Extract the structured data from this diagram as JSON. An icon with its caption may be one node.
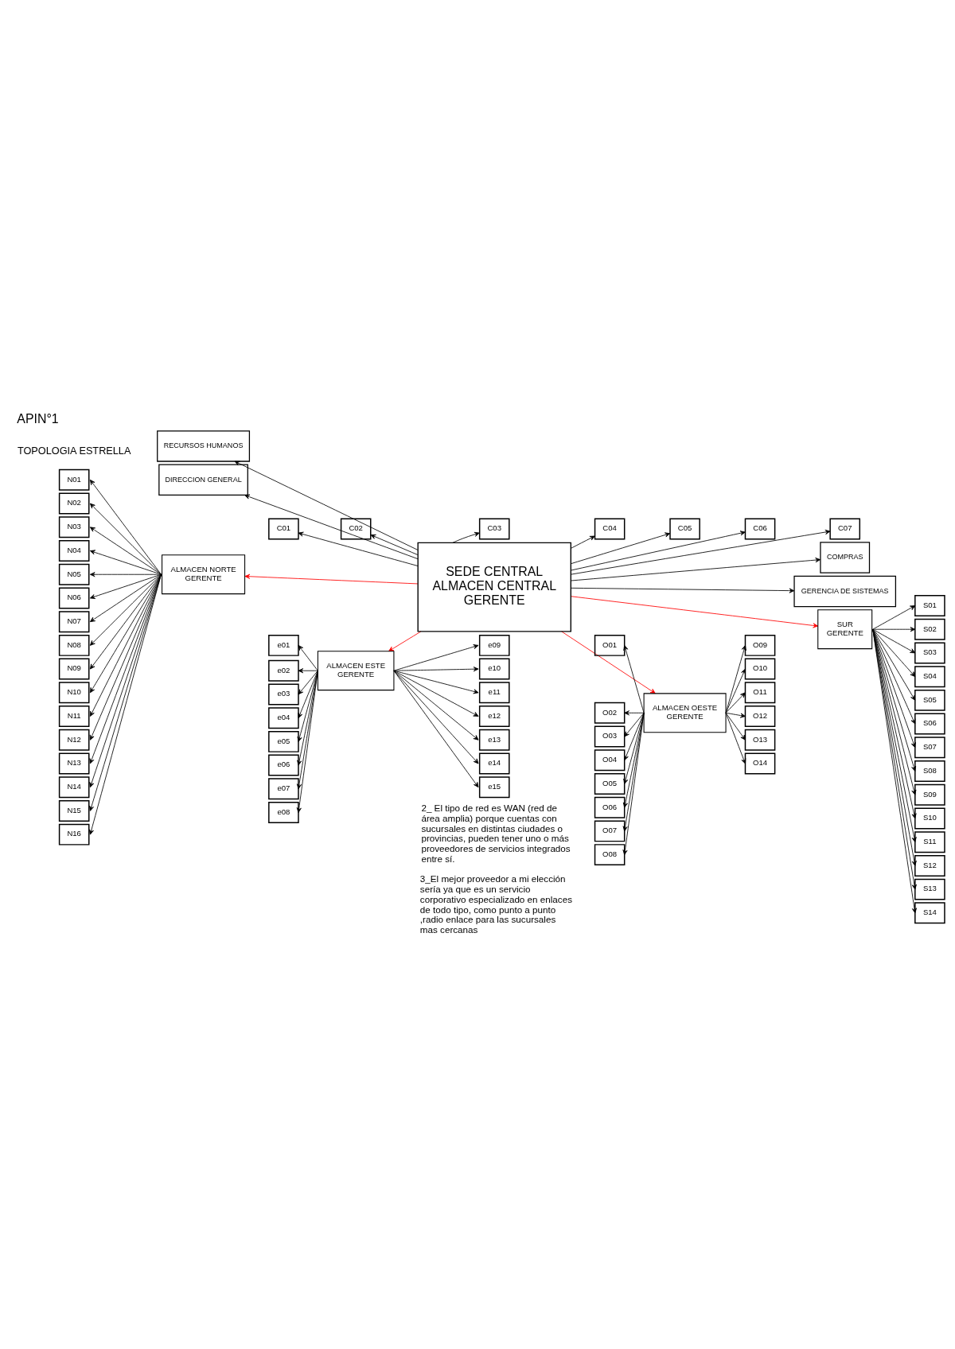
{
  "diagram": {
    "title": "APIN°1",
    "nodes": [
      {
        "text": [
          "C01"
        ]
      },
      {
        "text": [
          "C02"
        ]
      },
      {
        "text": [
          "C03"
        ]
      },
      {
        "text": [
          "C04"
        ]
      },
      {
        "text": [
          "C05"
        ]
      },
      {
        "text": [
          "C06"
        ]
      },
      {
        "text": [
          "C07"
        ]
      },
      {
        "text": [
          "RECURSOS HUMANOS"
        ]
      },
      {
        "text": [
          "SEDE CENTRAL",
          "ALMACEN CENTRAL",
          "GERENTE"
        ]
      },
      {
        "text": [
          "COMPRAS"
        ]
      },
      {
        "text": [
          "DIRECCION GENERAL"
        ]
      },
      {
        "text": [
          "GERENCIA DE SISTEMAS"
        ]
      },
      {
        "text": [
          "ALMACEN NORTE",
          "GERENTE"
        ]
      },
      {
        "text": [
          "N01"
        ]
      },
      {
        "text": [
          "N02"
        ]
      },
      {
        "text": [
          "N03"
        ]
      },
      {
        "text": [
          "N04"
        ]
      },
      {
        "text": [
          "N05"
        ]
      },
      {
        "text": [
          "N06"
        ]
      },
      {
        "text": [
          "N07"
        ]
      },
      {
        "text": [
          "N08"
        ]
      },
      {
        "text": [
          "N09"
        ]
      },
      {
        "text": [
          "N10"
        ]
      },
      {
        "text": [
          "N11"
        ]
      },
      {
        "text": [
          "N12"
        ]
      },
      {
        "text": [
          "N13"
        ]
      },
      {
        "text": [
          "N14"
        ]
      },
      {
        "text": [
          "N15"
        ]
      },
      {
        "text": [
          "N16"
        ]
      },
      {
        "text": [
          "SUR",
          "GERENTE"
        ]
      },
      {
        "text": [
          "S01"
        ]
      },
      {
        "text": [
          "S02"
        ]
      },
      {
        "text": [
          "S03"
        ]
      },
      {
        "text": [
          "S04"
        ]
      },
      {
        "text": [
          "S05"
        ]
      },
      {
        "text": [
          "S06"
        ]
      },
      {
        "text": [
          "S07"
        ]
      },
      {
        "text": [
          "S08"
        ]
      },
      {
        "text": [
          "S09"
        ]
      },
      {
        "text": [
          "S10"
        ]
      },
      {
        "text": [
          "S11"
        ]
      },
      {
        "text": [
          "S12"
        ]
      },
      {
        "text": [
          "S13"
        ]
      },
      {
        "text": [
          "S14"
        ]
      },
      {
        "text": [
          "ALMACEN ESTE",
          "GERENTE"
        ]
      },
      {
        "text": [
          "e01"
        ]
      },
      {
        "text": [
          "e02"
        ]
      },
      {
        "text": [
          "e03"
        ]
      },
      {
        "text": [
          "e04"
        ]
      },
      {
        "text": [
          "e05"
        ]
      },
      {
        "text": [
          "e06"
        ]
      },
      {
        "text": [
          "e07"
        ]
      },
      {
        "text": [
          "e08"
        ]
      },
      {
        "text": [
          "e09"
        ]
      },
      {
        "text": [
          "e10"
        ]
      },
      {
        "text": [
          "e11"
        ]
      },
      {
        "text": [
          "e12"
        ]
      },
      {
        "text": [
          "e13"
        ]
      },
      {
        "text": [
          "e14"
        ]
      },
      {
        "text": [
          "e15"
        ]
      },
      {
        "text": [
          "ALMACEN OESTE",
          "GERENTE"
        ]
      },
      {
        "text": [
          "O01"
        ]
      },
      {
        "text": [
          "O02"
        ]
      },
      {
        "text": [
          "O03"
        ]
      },
      {
        "text": [
          "O04"
        ]
      },
      {
        "text": [
          "O05"
        ]
      },
      {
        "text": [
          "O06"
        ]
      },
      {
        "text": [
          "O07"
        ]
      },
      {
        "text": [
          "O08"
        ]
      },
      {
        "text": [
          "O09"
        ]
      },
      {
        "text": [
          "O10"
        ]
      },
      {
        "text": [
          "O11"
        ]
      },
      {
        "text": [
          "O12"
        ]
      },
      {
        "text": [
          "O13"
        ]
      },
      {
        "text": [
          "O14"
        ]
      }
    ],
    "edges": [
      {
        "from": 8,
        "to": 0,
        "arrow": "to"
      },
      {
        "from": 8,
        "to": 1,
        "arrow": "to"
      },
      {
        "from": 8,
        "to": 2,
        "arrow": "to"
      },
      {
        "from": 8,
        "to": 3,
        "arrow": "to"
      },
      {
        "from": 8,
        "to": 4,
        "arrow": "to"
      },
      {
        "from": 8,
        "to": 5,
        "arrow": "to"
      },
      {
        "from": 8,
        "to": 6,
        "arrow": "to"
      },
      {
        "from": 8,
        "to": 7,
        "arrow": "to"
      },
      {
        "from": 8,
        "to": 10,
        "arrow": "to"
      },
      {
        "from": 8,
        "to": 9,
        "arrow": "to"
      },
      {
        "from": 8,
        "to": 11,
        "arrow": "to"
      },
      {
        "from": 8,
        "to": 12,
        "arrow": "to",
        "color": "#ff0000"
      },
      {
        "from": 8,
        "to": 44,
        "arrow": "to",
        "color": "#ff0000"
      },
      {
        "from": 8,
        "to": 60,
        "arrow": "to",
        "color": "#ff0000"
      },
      {
        "from": 8,
        "to": 29,
        "arrow": "to",
        "color": "#ff0000"
      },
      {
        "from": 12,
        "to": 13,
        "arrow": "to"
      },
      {
        "from": 12,
        "to": 14,
        "arrow": "to"
      },
      {
        "from": 12,
        "to": 15,
        "arrow": "to"
      },
      {
        "from": 12,
        "to": 16,
        "arrow": "to"
      },
      {
        "from": 12,
        "to": 17,
        "arrow": "to"
      },
      {
        "from": 12,
        "to": 18,
        "arrow": "to"
      },
      {
        "from": 12,
        "to": 19,
        "arrow": "to"
      },
      {
        "from": 12,
        "to": 20,
        "arrow": "to"
      },
      {
        "from": 12,
        "to": 21,
        "arrow": "to"
      },
      {
        "from": 12,
        "to": 22,
        "arrow": "to"
      },
      {
        "from": 12,
        "to": 23,
        "arrow": "to"
      },
      {
        "from": 12,
        "to": 24,
        "arrow": "to"
      },
      {
        "from": 12,
        "to": 25,
        "arrow": "to"
      },
      {
        "from": 12,
        "to": 26,
        "arrow": "to"
      },
      {
        "from": 12,
        "to": 27,
        "arrow": "to"
      },
      {
        "from": 12,
        "to": 28,
        "arrow": "to"
      },
      {
        "from": 44,
        "to": 45,
        "arrow": "to"
      },
      {
        "from": 44,
        "to": 46,
        "arrow": "to"
      },
      {
        "from": 44,
        "to": 47,
        "arrow": "to"
      },
      {
        "from": 44,
        "to": 48,
        "arrow": "to"
      },
      {
        "from": 44,
        "to": 49,
        "arrow": "to"
      },
      {
        "from": 44,
        "to": 50,
        "arrow": "to"
      },
      {
        "from": 44,
        "to": 51,
        "arrow": "to"
      },
      {
        "from": 44,
        "to": 52,
        "arrow": "to"
      },
      {
        "from": 44,
        "to": 53,
        "arrow": "to"
      },
      {
        "from": 44,
        "to": 54,
        "arrow": "to"
      },
      {
        "from": 44,
        "to": 55,
        "arrow": "to"
      },
      {
        "from": 44,
        "to": 56,
        "arrow": "to"
      },
      {
        "from": 44,
        "to": 57,
        "arrow": "to"
      },
      {
        "from": 44,
        "to": 58,
        "arrow": "to"
      },
      {
        "from": 44,
        "to": 59,
        "arrow": "to"
      },
      {
        "from": 60,
        "to": 61,
        "arrow": "to"
      },
      {
        "from": 60,
        "to": 62,
        "arrow": "to"
      },
      {
        "from": 60,
        "to": 63,
        "arrow": "to"
      },
      {
        "from": 60,
        "to": 64,
        "arrow": "to"
      },
      {
        "from": 60,
        "to": 65,
        "arrow": "to"
      },
      {
        "from": 60,
        "to": 66,
        "arrow": "to"
      },
      {
        "from": 60,
        "to": 67,
        "arrow": "to"
      },
      {
        "from": 60,
        "to": 68,
        "arrow": "to"
      },
      {
        "from": 60,
        "to": 69,
        "arrow": "to"
      },
      {
        "from": 60,
        "to": 70,
        "arrow": "to"
      },
      {
        "from": 60,
        "to": 71,
        "arrow": "to"
      },
      {
        "from": 60,
        "to": 72,
        "arrow": "to"
      },
      {
        "from": 60,
        "to": 73,
        "arrow": "to"
      },
      {
        "from": 60,
        "to": 74,
        "arrow": "to"
      },
      {
        "from": 29,
        "to": 30,
        "arrow": "to"
      },
      {
        "from": 29,
        "to": 31,
        "arrow": "to"
      },
      {
        "from": 29,
        "to": 32,
        "arrow": "to"
      },
      {
        "from": 29,
        "to": 33,
        "arrow": "to"
      },
      {
        "from": 29,
        "to": 34,
        "arrow": "to"
      },
      {
        "from": 29,
        "to": 35,
        "arrow": "to"
      },
      {
        "from": 29,
        "to": 36,
        "arrow": "to"
      },
      {
        "from": 29,
        "to": 37,
        "arrow": "to"
      },
      {
        "from": 29,
        "to": 38,
        "arrow": "to"
      },
      {
        "from": 29,
        "to": 39,
        "arrow": "to"
      },
      {
        "from": 29,
        "to": 40,
        "arrow": "to"
      },
      {
        "from": 29,
        "to": 41,
        "arrow": "to"
      },
      {
        "from": 29,
        "to": 42,
        "arrow": "to"
      },
      {
        "from": 29,
        "to": 43,
        "arrow": "to"
      }
    ],
    "labels": [
      "TOPOLOGIA ESTRELLA",
      "2_ El tipo de red es WAN (red de área amplia) porque cuentas con sucursales en distintas ciudades o provincias, pueden tener uno o más proveedores de servicios integrados entre sí.",
      "3_El mejor proveedor a mi elección sería ya que es un servicio corporativo especializado en enlaces de todo tipo, como punto a punto ,radio enlace para las sucursales mas cercanas"
    ]
  }
}
